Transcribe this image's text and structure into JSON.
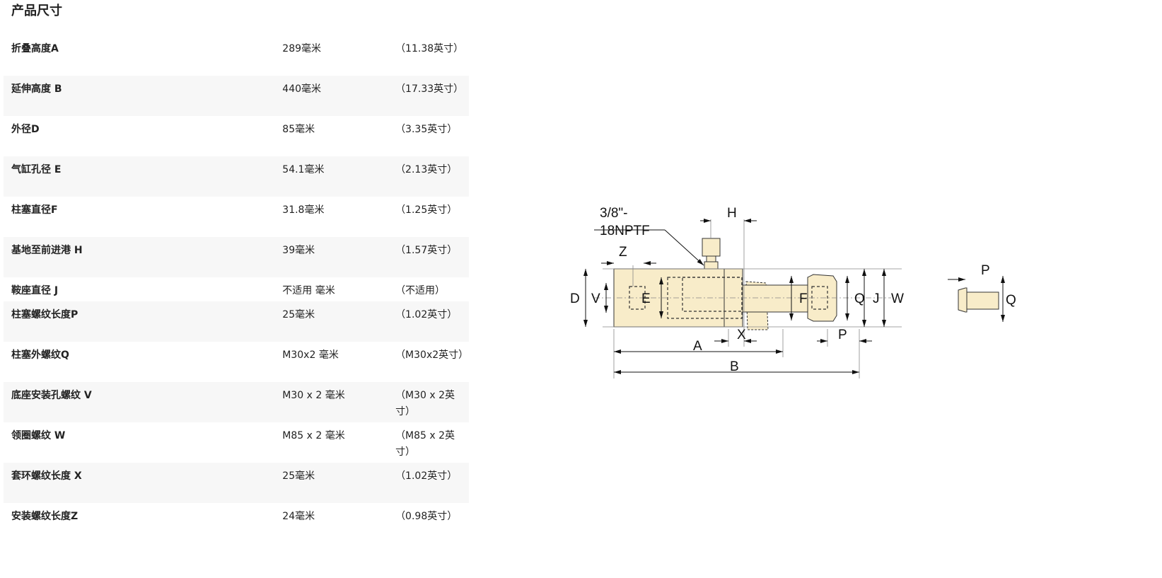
{
  "title": "产品尺寸",
  "rows": [
    {
      "label": "折叠高度A",
      "metric": "289毫米",
      "imperial": "（11.38英寸）"
    },
    {
      "label": "延伸高度 B",
      "metric": "440毫米",
      "imperial": "（17.33英寸）"
    },
    {
      "label": "外径D",
      "metric": "85毫米",
      "imperial": "（3.35英寸）"
    },
    {
      "label": "气缸孔径 E",
      "metric": "54.1毫米",
      "imperial": "（2.13英寸）"
    },
    {
      "label": "柱塞直径F",
      "metric": "31.8毫米",
      "imperial": "（1.25英寸）"
    },
    {
      "label": "基地至前进港 H",
      "metric": "39毫米",
      "imperial": "（1.57英寸）"
    },
    {
      "label": "鞍座直径 J",
      "metric": "不适用 毫米",
      "imperial": "（不适用）"
    },
    {
      "label": "柱塞螺纹长度P",
      "metric": "25毫米",
      "imperial": "（1.02英寸）"
    },
    {
      "label": "柱塞外螺纹Q",
      "metric": "M30x2 毫米",
      "imperial": "（M30x2英寸）"
    },
    {
      "label": "底座安装孔螺纹 V",
      "metric": "M30 x 2 毫米",
      "imperial": "（M30 x 2英寸）"
    },
    {
      "label": "领圈螺纹 W",
      "metric": "M85 x 2 毫米",
      "imperial": "（M85 x 2英寸）"
    },
    {
      "label": "套环螺纹长度 X",
      "metric": "25毫米",
      "imperial": "（1.02英寸）"
    },
    {
      "label": "安装螺纹长度Z",
      "metric": "24毫米",
      "imperial": "（0.98英寸）"
    }
  ],
  "diagram": {
    "port_label_1": "3/8\"-",
    "port_label_2": "18NPTF",
    "labels": {
      "H": "H",
      "Z": "Z",
      "D": "D",
      "V": "V",
      "E": "E",
      "F": "F",
      "Q": "Q",
      "J": "J",
      "W": "W",
      "X": "X",
      "A": "A",
      "P": "P",
      "B": "B",
      "P2": "P",
      "Q2": "Q"
    }
  },
  "colors": {
    "body_fill": "#f8ecc9",
    "row_alt": "#f7f7f7"
  }
}
